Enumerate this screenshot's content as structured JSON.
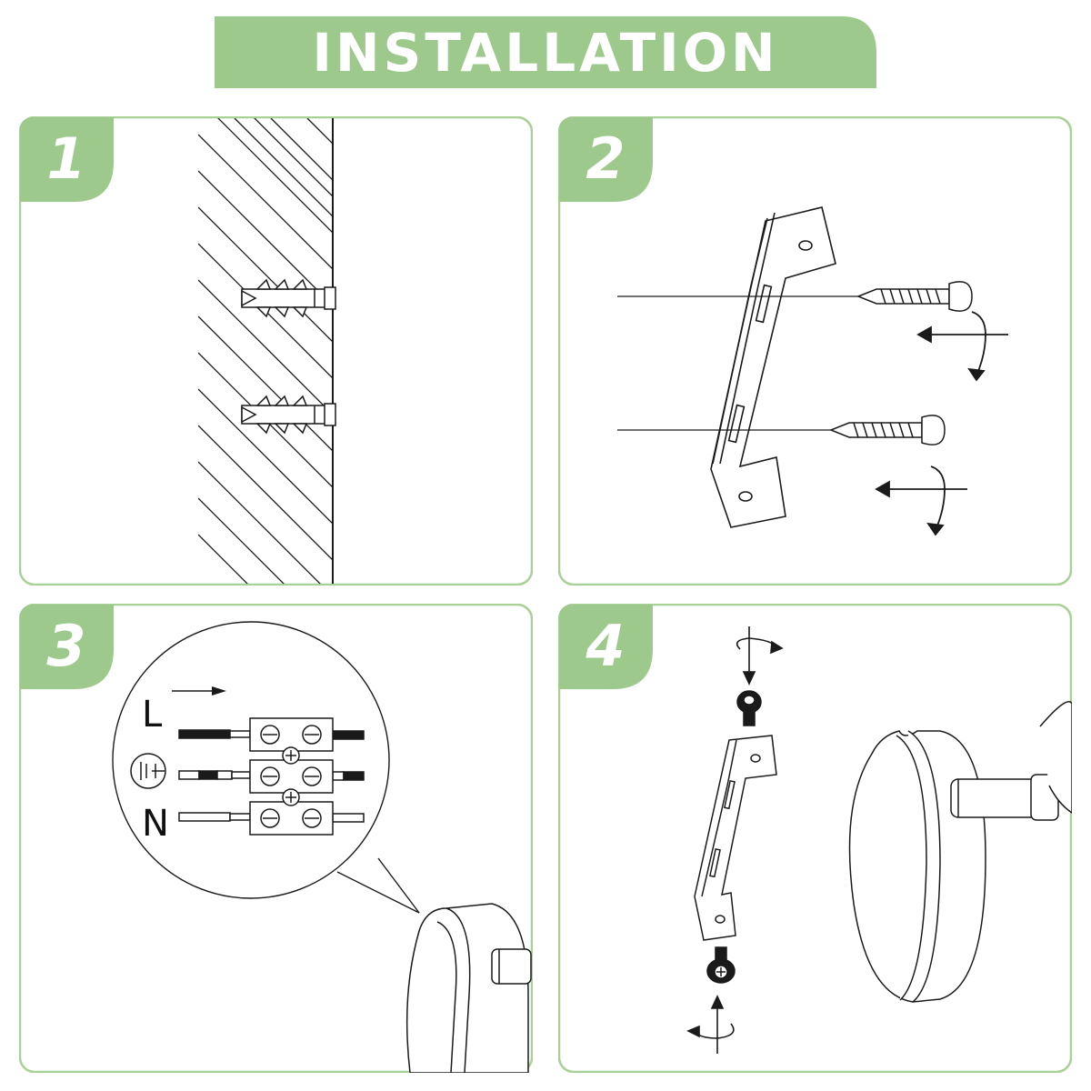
{
  "title": "INSTALLATION",
  "colors": {
    "accent": "#9dc98c",
    "line": "#1a1a1a",
    "frame": "#a8d196"
  },
  "steps": [
    {
      "number": "1"
    },
    {
      "number": "2"
    },
    {
      "number": "3",
      "terminal_labels": [
        "L",
        "N"
      ]
    },
    {
      "number": "4"
    }
  ]
}
